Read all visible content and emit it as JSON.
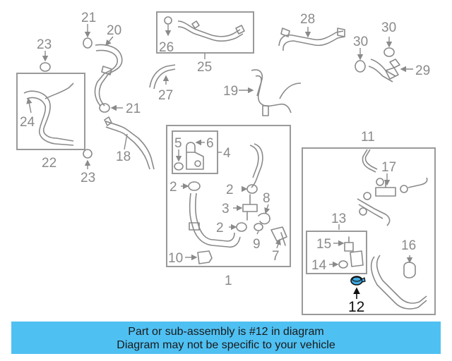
{
  "diagram": {
    "labels": {
      "l1": "1",
      "l2a": "2",
      "l2b": "2",
      "l2c": "2",
      "l3": "3",
      "l4": "4",
      "l5": "5",
      "l6": "6",
      "l7": "7",
      "l8": "8",
      "l9": "9",
      "l10": "10",
      "l11": "11",
      "l12": "12",
      "l13": "13",
      "l14": "14",
      "l15": "15",
      "l16": "16",
      "l17": "17",
      "l18": "18",
      "l19": "19",
      "l20": "20",
      "l21a": "21",
      "l21b": "21",
      "l22": "22",
      "l23a": "23",
      "l23b": "23",
      "l24": "24",
      "l25": "25",
      "l26": "26",
      "l27": "27",
      "l28": "28",
      "l29": "29",
      "l30": "30"
    },
    "highlight_color": "#3fa9e0"
  },
  "banner": {
    "line1": "Part or sub-assembly is #12 in diagram",
    "line2": "Diagram may not be specific to your vehicle",
    "color": "#4fc0f2"
  }
}
